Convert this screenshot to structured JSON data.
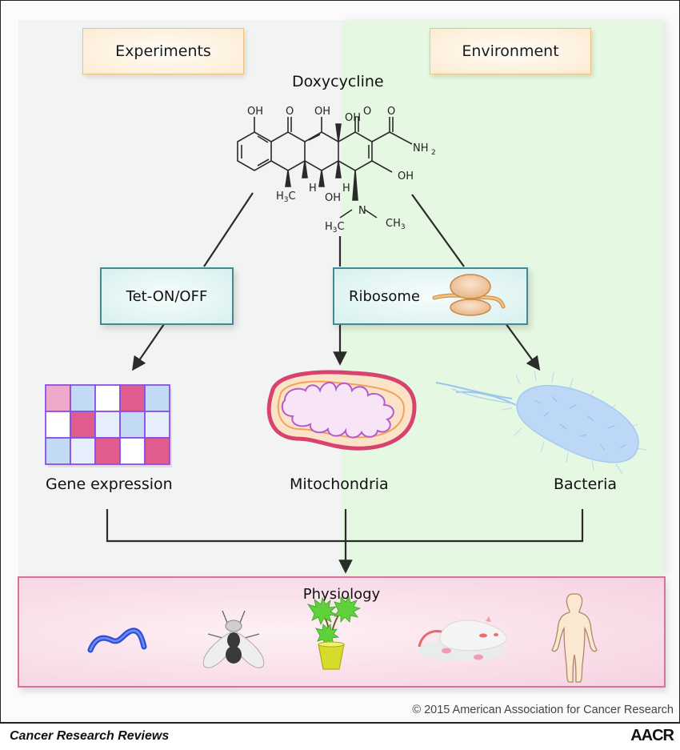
{
  "columns": {
    "left": {
      "label": "Experiments"
    },
    "right": {
      "label": "Environment"
    }
  },
  "molecule": {
    "name": "Doxycycline",
    "atoms": {
      "oh": "OH",
      "o": "O",
      "h": "H",
      "n": "N",
      "nh": "NH",
      "c": "C",
      "ch": "CH",
      "sub2": "2",
      "sub3": "3"
    }
  },
  "mechanisms": [
    {
      "label": "Tet-ON/OFF",
      "icon": "switch"
    },
    {
      "label": "Ribosome",
      "icon": "ribosome-icon"
    }
  ],
  "targets": [
    {
      "label": "Gene expression",
      "icon": "heatmap-grid-icon"
    },
    {
      "label": "Mitochondria",
      "icon": "mitochondrion-icon"
    },
    {
      "label": "Bacteria",
      "icon": "bacterium-icon"
    }
  ],
  "heatmap": {
    "rows": [
      [
        "#efaacb",
        "#c3daf5",
        "#ffffff",
        "#e05c8f",
        "#c3daf5"
      ],
      [
        "#ffffff",
        "#e05c8f",
        "#e6eefb",
        "#c3daf5",
        "#e6eefb"
      ],
      [
        "#c3daf5",
        "#e6eefb",
        "#e05c8f",
        "#ffffff",
        "#e05c8f"
      ]
    ],
    "border_color": "#8a4fe6"
  },
  "physiology": {
    "title": "Physiology",
    "organisms": [
      {
        "name": "Worm",
        "icon": "worm-icon"
      },
      {
        "name": "Fly",
        "icon": "fly-icon"
      },
      {
        "name": "Plant",
        "icon": "plant-icon"
      },
      {
        "name": "Mouse",
        "icon": "mouse-icon"
      },
      {
        "name": "Human",
        "icon": "human-icon"
      }
    ]
  },
  "copyright": "© 2015 American Association for Cancer Research",
  "footer": {
    "journal": "Cancer Research Reviews",
    "publisher": "AACR"
  },
  "colors": {
    "left_panel": "#f2f3f3",
    "right_panel": "#e5f8e2",
    "category_border": "#f3c27a",
    "node_border": "#3f8a94",
    "physiology_border": "#d6739a",
    "arrow": "#2b2b2b"
  }
}
